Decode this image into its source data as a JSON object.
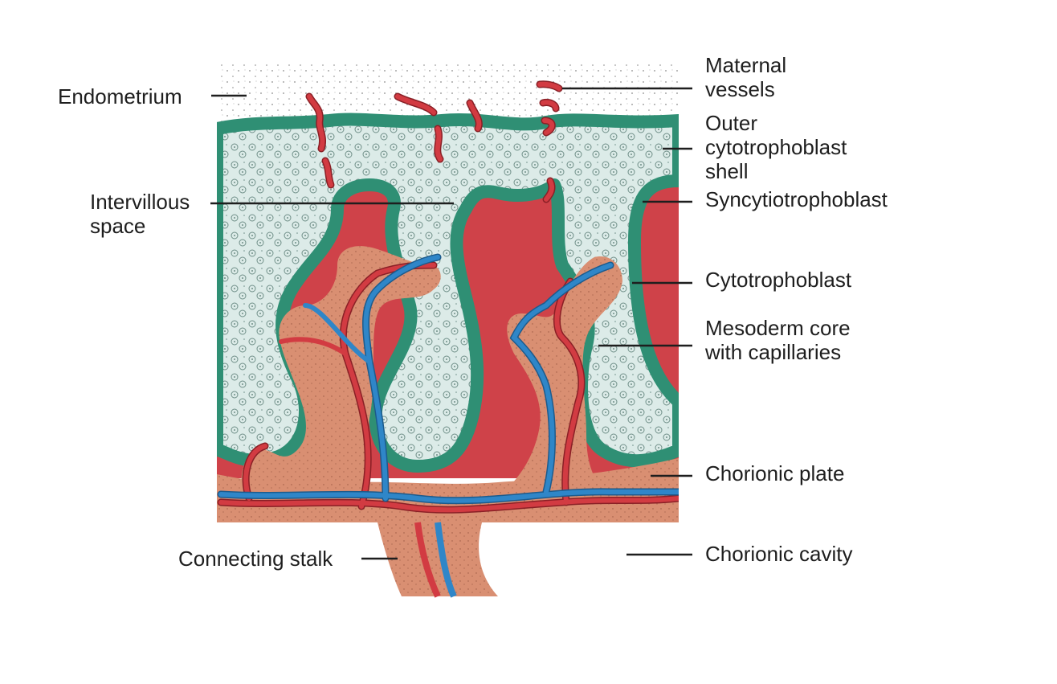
{
  "labels": {
    "endometrium": "Endometrium",
    "maternal_vessels": [
      "Maternal",
      "vessels"
    ],
    "outer_shell": [
      "Outer",
      "cytotrophoblast",
      "shell"
    ],
    "syncytiotrophoblast": "Syncytiotrophoblast",
    "intervillous_space": [
      "Intervillous",
      "space"
    ],
    "cytotrophoblast": "Cytotrophoblast",
    "mesoderm_core": [
      "Mesoderm core",
      "with capillaries"
    ],
    "chorionic_plate": "Chorionic plate",
    "connecting_stalk": "Connecting stalk",
    "chorionic_cavity": "Chorionic cavity"
  },
  "colors": {
    "maternal_blood": "#cf4249",
    "artery": "#d23b42",
    "vein": "#2f86c8",
    "syncytio": "#2f8f74",
    "cytotropho": "#dcebe8",
    "mesoderm": "#d98f72",
    "endometrium_dots": "#8a8a8a"
  }
}
